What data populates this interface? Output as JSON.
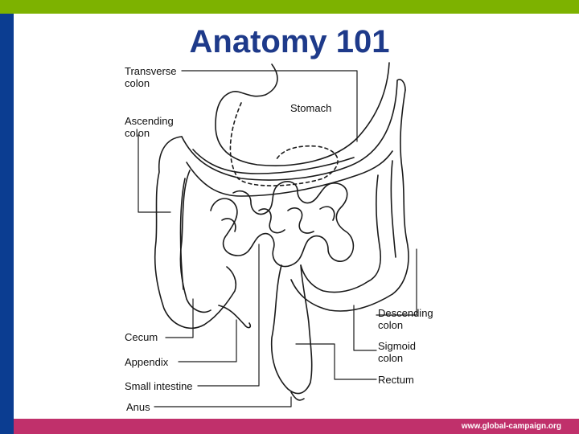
{
  "slide": {
    "title": "Anatomy 101",
    "footer_url": "www.global-campaign.org"
  },
  "colors": {
    "top_bar": "#7db200",
    "left_bar": "#0b3d91",
    "bottom_bar": "#c0306b",
    "title_text": "#1e3a8a",
    "line": "#1a1a1a"
  },
  "labels": {
    "transverse_colon": "Transverse\ncolon",
    "ascending_colon": "Ascending\ncolon",
    "stomach": "Stomach",
    "cecum": "Cecum",
    "appendix": "Appendix",
    "small_intestine": "Small intestine",
    "anus": "Anus",
    "descending_colon": "Descending\ncolon",
    "sigmoid_colon": "Sigmoid\ncolon",
    "rectum": "Rectum"
  }
}
